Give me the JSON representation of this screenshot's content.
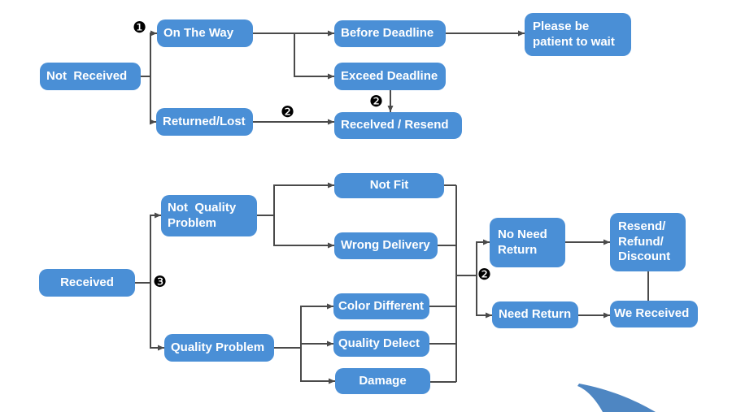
{
  "diagram": {
    "title": "order-status-flowchart",
    "colors": {
      "node_fill": "#4a8fd6",
      "node_text": "#ffffff",
      "line": "#4a4a4a",
      "swoosh": "#4e86c2"
    },
    "nodes": {
      "not_received": "Not  Received",
      "on_the_way": "On The Way",
      "returned_lost": "Returned/Lost",
      "before_deadline": "Before Deadline",
      "exceed_deadline": "Exceed Deadline",
      "please_wait": "Please be\npatient to wait",
      "received_resend": "Recelved / Resend",
      "received": "Received",
      "not_quality_problem": "Not  Quality\nProblem",
      "quality_problem": "Quality Problem",
      "not_fit": "Not Fit",
      "wrong_delivery": "Wrong Delivery",
      "color_different": "Color Different",
      "quality_delect": "Quality Delect",
      "damage": "Damage",
      "no_need_return": "No Need\nReturn",
      "need_return": "Need Return",
      "resend_refund_discount": "Resend/\nRefund/\nDiscount",
      "we_received": "We Received"
    },
    "markers": {
      "step1": "❶",
      "step2_returned": "❷",
      "step2_exceed": "❷",
      "step3": "❸",
      "step2_branch": "❷"
    }
  }
}
